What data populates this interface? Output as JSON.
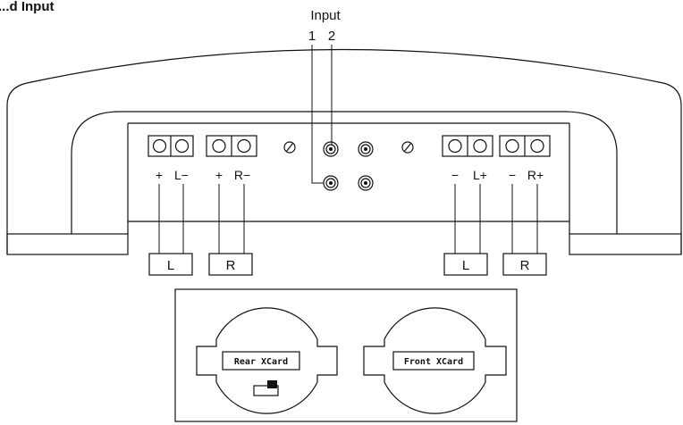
{
  "header": {
    "title_fragment": "...d Input",
    "input_label": "Input",
    "input_1": "1",
    "input_2": "2"
  },
  "terminals": {
    "group1": [
      "+",
      "L−"
    ],
    "group2": [
      "+",
      "R−"
    ],
    "group3": [
      "−",
      "L+"
    ],
    "group4": [
      "−",
      "R+"
    ]
  },
  "speakers": [
    "L",
    "R",
    "L",
    "R"
  ],
  "xcards": {
    "rear": "Rear XCard",
    "front": "Front XCard"
  }
}
